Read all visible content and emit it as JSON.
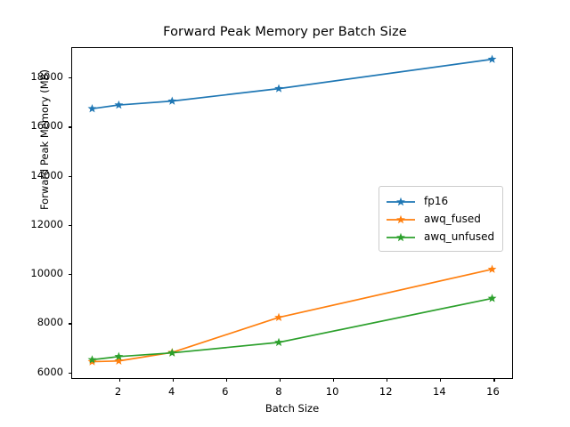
{
  "chart_data": {
    "type": "line",
    "title": "Forward Peak Memory per Batch Size",
    "xlabel": "Batch Size",
    "ylabel": "Forward Peak Memory (MB)",
    "x": [
      1,
      2,
      4,
      8,
      16
    ],
    "xlim": [
      0.25,
      16.75
    ],
    "ylim": [
      5700,
      19200
    ],
    "xticks": [
      2,
      4,
      6,
      8,
      10,
      12,
      14,
      16
    ],
    "yticks": [
      6000,
      8000,
      10000,
      12000,
      14000,
      16000,
      18000
    ],
    "grid": false,
    "legend_position": "center right",
    "marker": "star",
    "series": [
      {
        "name": "fp16",
        "color": "#1f77b4",
        "values": [
          16720,
          16870,
          17030,
          17540,
          18740
        ]
      },
      {
        "name": "awq_fused",
        "color": "#ff7f0e",
        "values": [
          6370,
          6400,
          6750,
          8180,
          10150
        ]
      },
      {
        "name": "awq_unfused",
        "color": "#2ca02c",
        "values": [
          6450,
          6580,
          6730,
          7160,
          8960
        ]
      }
    ]
  }
}
